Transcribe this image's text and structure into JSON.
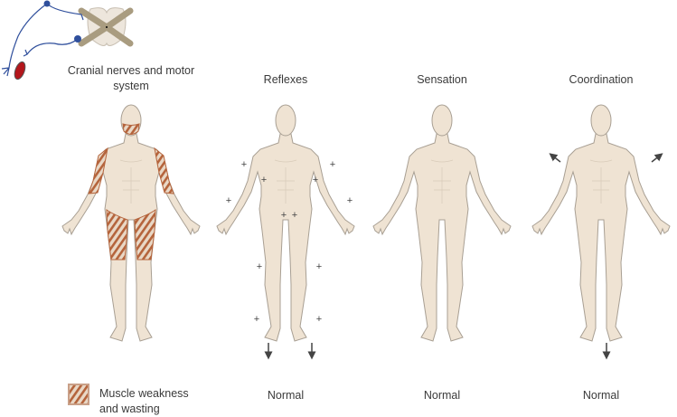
{
  "panels": [
    {
      "title": "Cranial nerves and motor system",
      "footer": ""
    },
    {
      "title": "Reflexes",
      "footer": "Normal"
    },
    {
      "title": "Sensation",
      "footer": "Normal"
    },
    {
      "title": "Coordination",
      "footer": "Normal"
    }
  ],
  "legend": {
    "label": "Muscle weakness and wasting"
  },
  "reflex_marks": "+",
  "colors": {
    "skin": "#efe3d3",
    "outline": "#a89f93",
    "hatch": "#b5643c",
    "nerve": "#2f4f9c",
    "muscle": "#b3161b"
  }
}
